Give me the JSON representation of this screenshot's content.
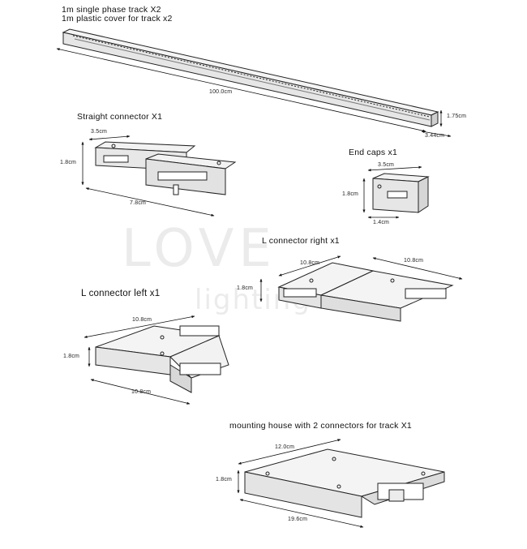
{
  "header": {
    "line1": "1m single phase track  X2",
    "line2": "1m plastic cover for track   x2"
  },
  "track": {
    "length": "100.0cm",
    "height": "1.75cm",
    "width": "3.44cm"
  },
  "straight_connector": {
    "title": "Straight connector  X1",
    "width": "3.5cm",
    "height": "1.8cm",
    "length": "7.8cm"
  },
  "end_caps": {
    "title": "End caps x1",
    "width": "3.5cm",
    "height": "1.8cm",
    "depth": "1.4cm"
  },
  "l_right": {
    "title": "L connector right  x1",
    "arm1": "10.8cm",
    "arm2": "10.8cm",
    "height": "1.8cm"
  },
  "l_left": {
    "title": "L connector left  x1",
    "top": "10.8cm",
    "height": "1.8cm",
    "bottom": "10.8cm"
  },
  "mounting": {
    "title": "mounting house  with 2 connectors  for track  X1",
    "top": "12.0cm",
    "height": "1.8cm",
    "bottom": "19.6cm"
  },
  "watermark": {
    "main": "LOVE",
    "sub": "lighting"
  }
}
